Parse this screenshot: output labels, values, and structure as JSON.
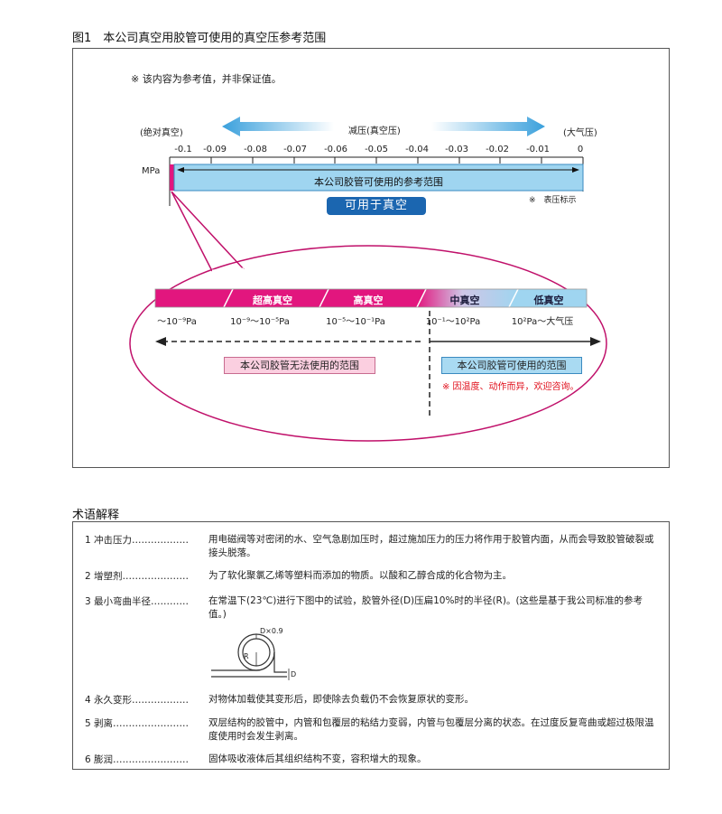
{
  "figure": {
    "title": "图1　本公司真空用胶管可使用的真空压参考范围",
    "note": "※ 该内容为参考值，并非保证值。",
    "left_label": "(绝对真空)",
    "center_label": "减压(真空压)",
    "right_label": "(大气压)",
    "unit": "MPa",
    "ticks": [
      "-0.1",
      "-0.09",
      "-0.08",
      "-0.07",
      "-0.06",
      "-0.05",
      "-0.04",
      "-0.03",
      "-0.02",
      "-0.01",
      "0"
    ],
    "range_label": "本公司胶管可使用的参考范围",
    "gauge_note": "※　表压标示",
    "pill": "可用于真空",
    "segments": [
      {
        "label": "",
        "range": "～10⁻⁹Pa"
      },
      {
        "label": "超高真空",
        "range": "10⁻⁹～10⁻⁵Pa"
      },
      {
        "label": "高真空",
        "range": "10⁻⁵～10⁻¹Pa"
      },
      {
        "label": "中真空",
        "range": "10⁻¹～10²Pa"
      },
      {
        "label": "低真空",
        "range": "10²Pa～大气压"
      }
    ],
    "unusable": "本公司胶管无法使用的范围",
    "usable": "本公司胶管可使用的范围",
    "red_note": "※ 因温度、动作而异，欢迎咨询。"
  },
  "terms": {
    "title": "术语解释",
    "items": [
      {
        "name": "1 冲击压力………………",
        "desc": "用电磁阀等对密闭的水、空气急剧加压时，超过施加压力的压力将作用于胶管内面，从而会导致胶管破裂或接头脱落。"
      },
      {
        "name": "2 增塑剂…………………",
        "desc": "为了软化聚氯乙烯等塑料而添加的物质。以酸和乙醇合成的化合物为主。"
      },
      {
        "name": "3 最小弯曲半径…………",
        "desc": "在常温下(23℃)进行下图中的试验，胶管外径(D)压扁10%时的半径(R)。(这些是基于我公司标准的参考值。)"
      },
      {
        "name": "4 永久变形………………",
        "desc": "对物体加载使其变形后，即使除去负载仍不会恢复原状的变形。"
      },
      {
        "name": "5 剥离……………………",
        "desc": "双层结构的胶管中，内管和包覆层的粘结力变弱，内管与包覆层分离的状态。在过度反复弯曲或超过极限温度使用时会发生剥离。"
      },
      {
        "name": "6 膨润……………………",
        "desc": "固体吸收液体后其组织结构不变，容积增大的现象。"
      }
    ],
    "diagram": {
      "d_label": "D×0.9",
      "r_label": "R",
      "d_bottom": "D"
    }
  },
  "colors": {
    "magenta": "#e2167e",
    "light_blue": "#9fd5f0",
    "dark_blue": "#1b66b0",
    "arrow_blue": "#3aa0dc",
    "red": "#e0101c"
  }
}
